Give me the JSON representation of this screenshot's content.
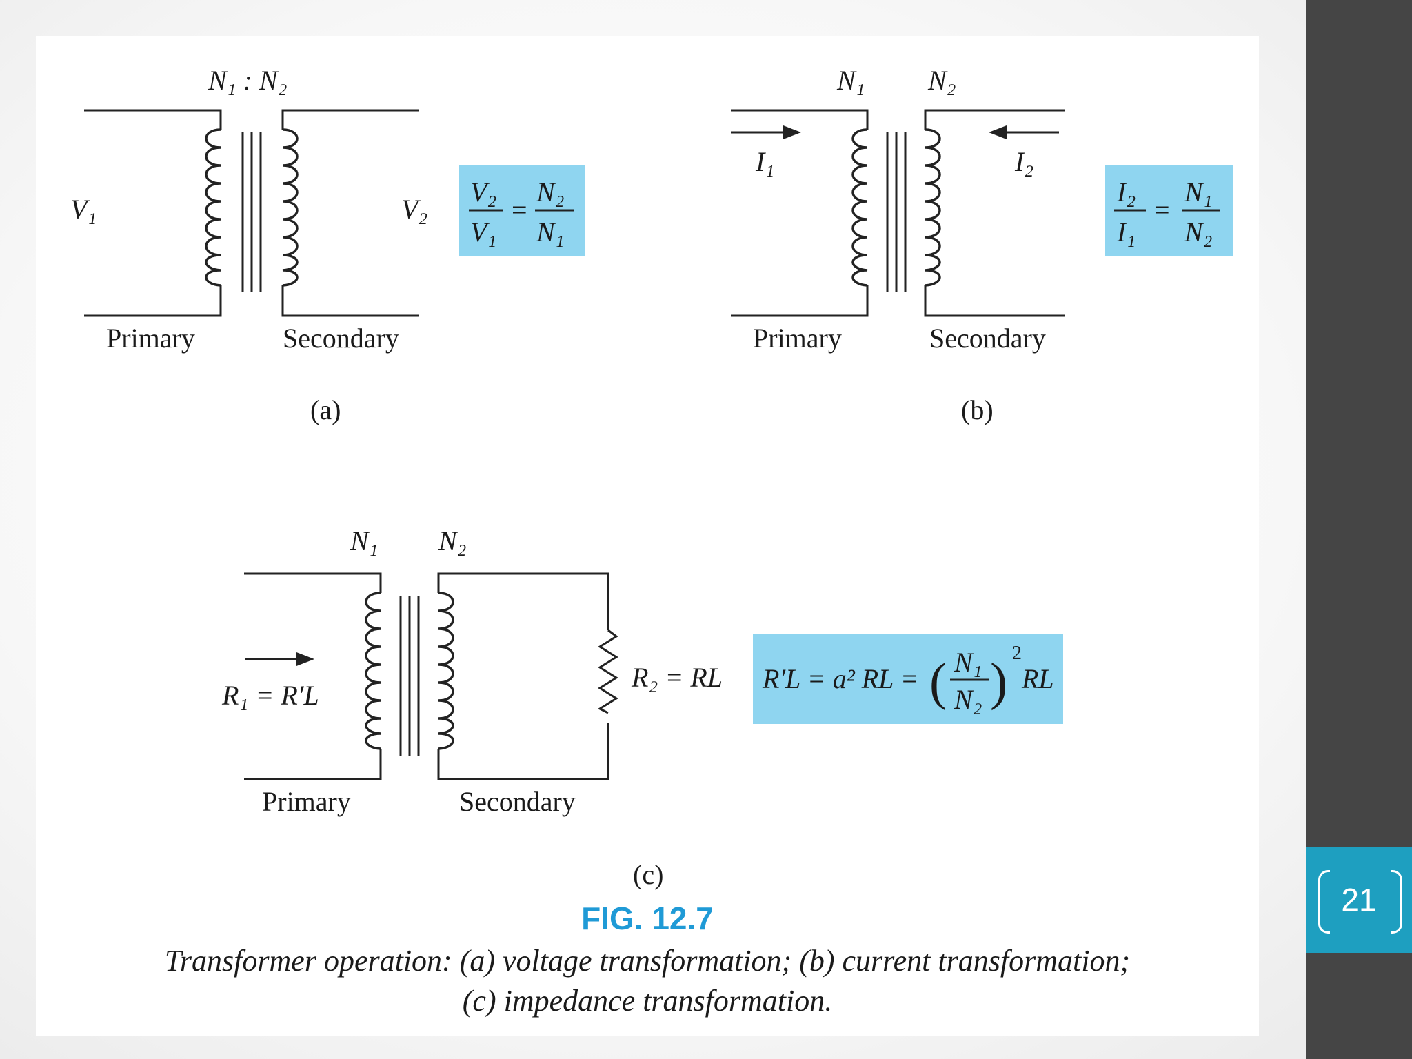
{
  "slide": {
    "page_number": "21"
  },
  "figure": {
    "number": "FIG. 12.7",
    "caption_line1": "Transformer operation: (a) voltage transformation; (b) current transformation;",
    "caption_line2": "(c) impedance transformation.",
    "panels": {
      "a": {
        "tag": "(a)",
        "turns_label": "N₁ : N₂",
        "v1": "V₁",
        "v2": "V₂",
        "primary": "Primary",
        "secondary": "Secondary",
        "eq_num_left": "V₂",
        "eq_den_left": "V₁",
        "eq_num_right": "N₂",
        "eq_den_right": "N₁",
        "eq_sign": "="
      },
      "b": {
        "tag": "(b)",
        "n1": "N₁",
        "n2": "N₂",
        "i1": "I₁",
        "i2": "I₂",
        "primary": "Primary",
        "secondary": "Secondary",
        "eq_num_left": "I₂",
        "eq_den_left": "I₁",
        "eq_num_right": "N₁",
        "eq_den_right": "N₂",
        "eq_sign": "="
      },
      "c": {
        "tag": "(c)",
        "n1": "N₁",
        "n2": "N₂",
        "r1": "R₁ = R′L",
        "r2": "R₂ = RL",
        "primary": "Primary",
        "secondary": "Secondary",
        "eq_left": "R′L = a² RL =",
        "eq_frac_num": "N₁",
        "eq_frac_den": "N₂",
        "eq_exp": "2",
        "eq_right": "RL"
      }
    }
  }
}
